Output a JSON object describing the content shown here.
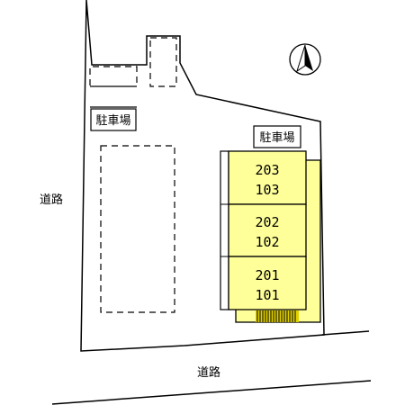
{
  "labels": {
    "road_west": "道路",
    "road_south": "道路",
    "parking_north": "駐車場",
    "parking_east": "駐車場"
  },
  "building": {
    "units": [
      {
        "upper": "203",
        "lower": "103"
      },
      {
        "upper": "202",
        "lower": "102"
      },
      {
        "upper": "201",
        "lower": "101"
      }
    ]
  },
  "compass": {
    "icon": "north-arrow-icon"
  },
  "colors": {
    "building_fill": "#ffff99",
    "stair_fill": "#e0d000",
    "line": "#000000"
  }
}
